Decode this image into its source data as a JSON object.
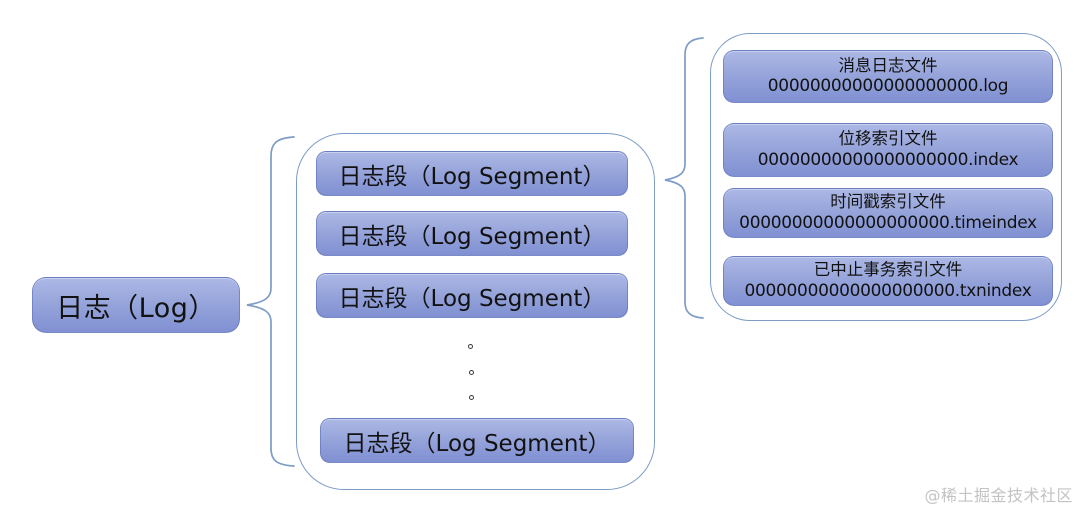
{
  "diagram": {
    "root": {
      "label": "日志（Log）"
    },
    "segments": {
      "items": [
        {
          "label": "日志段（Log Segment）"
        },
        {
          "label": "日志段（Log Segment）"
        },
        {
          "label": "日志段（Log Segment）"
        },
        {
          "label": "日志段（Log Segment）"
        }
      ],
      "ellipsis_dot_count": 3
    },
    "files": {
      "items": [
        {
          "title": "消息日志文件",
          "filename": "00000000000000000000.log"
        },
        {
          "title": "位移索引文件",
          "filename": "00000000000000000000.index"
        },
        {
          "title": "时间戳索引文件",
          "filename": "00000000000000000000.timeindex"
        },
        {
          "title": "已中止事务索引文件",
          "filename": "00000000000000000000.txnindex"
        }
      ]
    },
    "watermark": "@稀土掘金技术社区",
    "colors": {
      "node_gradient_top": "#acb8e5",
      "node_gradient_bottom": "#8090d2",
      "outline_and_brace": "#7d9cc6",
      "text": "#121212",
      "watermark_text": "#c3c3c3",
      "background": "#ffffff"
    }
  }
}
